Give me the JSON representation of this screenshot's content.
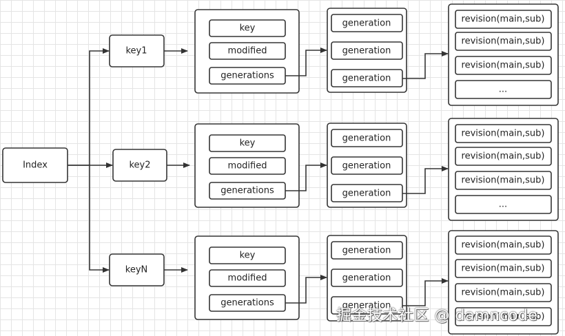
{
  "index_label": "Index",
  "groups": [
    {
      "key_label": "key1",
      "fields": [
        "key",
        "modified",
        "generations"
      ],
      "generations": [
        "generation",
        "generation",
        "generation"
      ],
      "revisions": [
        "revision(main,sub)",
        "revision(main,sub)",
        "revision(main,sub)",
        "..."
      ]
    },
    {
      "key_label": "key2",
      "fields": [
        "key",
        "modified",
        "generations"
      ],
      "generations": [
        "generation",
        "generation",
        "generation"
      ],
      "revisions": [
        "revision(main,sub)",
        "revision(main,sub)",
        "revision(main,sub)",
        "..."
      ]
    },
    {
      "key_label": "keyN",
      "fields": [
        "key",
        "modified",
        "generations"
      ],
      "generations": [
        "generation",
        "generation",
        "generation"
      ],
      "revisions": [
        "revision(main,sub)",
        "revision(main,sub)",
        "revision(main,sub)",
        "revision(main,sub)"
      ]
    }
  ],
  "watermark": "掘金技术社区 @ damncode"
}
